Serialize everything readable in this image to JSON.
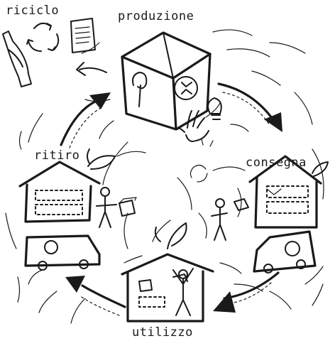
{
  "stages": {
    "riciclo": "riciclo",
    "produzione": "produzione",
    "consegna": "consegna",
    "utilizzo": "utilizzo",
    "ritiro": "ritiro"
  },
  "colors": {
    "ink": "#1a1a1a",
    "background": "#ffffff"
  }
}
